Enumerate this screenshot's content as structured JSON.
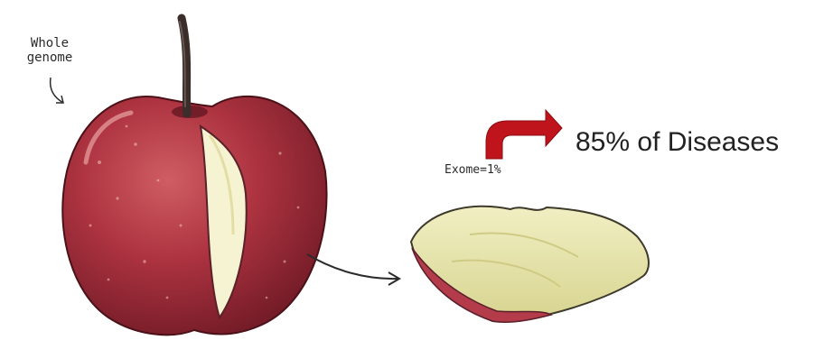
{
  "labels": {
    "whole_genome_line1": "Whole",
    "whole_genome_line2": "genome",
    "exome": "Exome=1%",
    "callout": "85% of Diseases"
  },
  "colors": {
    "apple_red": "#a8323d",
    "apple_dark": "#6b1824",
    "flesh": "#eae7a8",
    "arrow_red": "#c0141c",
    "stem": "#3a2d2a"
  },
  "icons": {
    "whole_apple": "apple-illustration",
    "slice": "apple-slice-illustration",
    "pointer_arrow": "arrow-icon",
    "red_arrow": "bent-arrow-icon"
  }
}
